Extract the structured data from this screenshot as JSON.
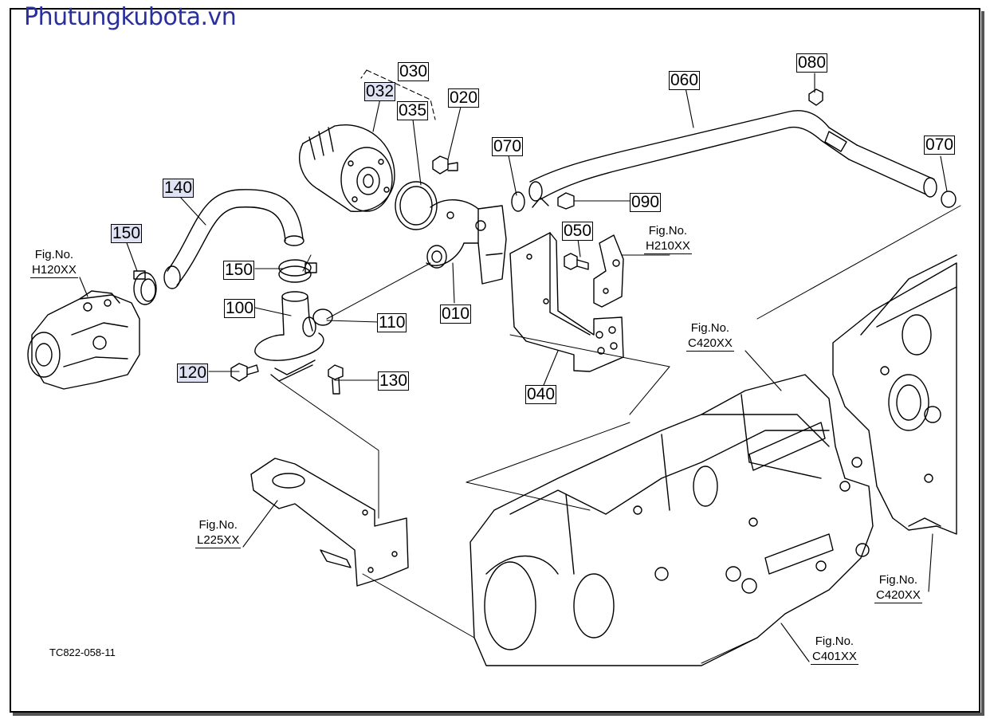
{
  "brand": "Phutungkubota.vn",
  "diagram_code": "TC822-058-11",
  "colors": {
    "brand": "#2a2f9e",
    "callout_fill": "#dfe2f2",
    "line": "#000000"
  },
  "part_numbers": {
    "p030": "030",
    "p032": "032",
    "p035": "035",
    "p020": "020",
    "p060": "060",
    "p080": "080",
    "p070a": "070",
    "p070b": "070",
    "p140": "140",
    "p150a": "150",
    "p150b": "150",
    "p090": "090",
    "p050": "050",
    "p100": "100",
    "p110": "110",
    "p010": "010",
    "p120": "120",
    "p130": "130",
    "p040": "040"
  },
  "figure_refs": {
    "h120": {
      "label": "Fig.No.",
      "code": "H120XX"
    },
    "h210": {
      "label": "Fig.No.",
      "code": "H210XX"
    },
    "c420a": {
      "label": "Fig.No.",
      "code": "C420XX"
    },
    "l225": {
      "label": "Fig.No.",
      "code": "L225XX"
    },
    "c420b": {
      "label": "Fig.No.",
      "code": "C420XX"
    },
    "c401": {
      "label": "Fig.No.",
      "code": "C401XX"
    }
  }
}
